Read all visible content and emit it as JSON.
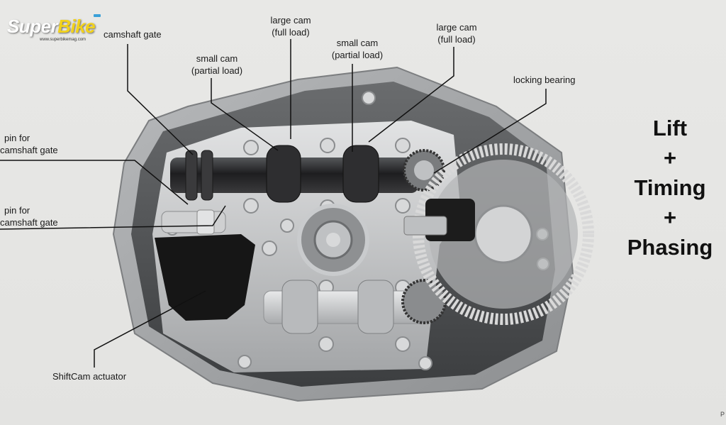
{
  "logo": {
    "name_part1": "Super",
    "name_part2": "Bike",
    "url": "www.superbikemag.com"
  },
  "callouts": {
    "camshaft_gate": "camshaft gate",
    "pin_gate_1_line1": "pin for",
    "pin_gate_1_line2": "camshaft gate",
    "pin_gate_2_line1": "pin for",
    "pin_gate_2_line2": "camshaft gate",
    "small_cam_1_line1": "small cam",
    "small_cam_1_line2": "(partial load)",
    "large_cam_1_line1": "large cam",
    "large_cam_1_line2": "(full load)",
    "small_cam_2_line1": "small cam",
    "small_cam_2_line2": "(partial load)",
    "large_cam_2_line1": "large cam",
    "large_cam_2_line2": "(full load)",
    "locking_bearing": "locking bearing",
    "shiftcam_actuator": "ShiftCam actuator"
  },
  "tagline": {
    "line1": "Lift",
    "line2": "+",
    "line3": "Timing",
    "line4": "+",
    "line5": "Phasing"
  },
  "corner_mark": "P",
  "colors": {
    "background": "#e6e6e4",
    "cover_outer": "#9a9c9e",
    "cover_inner": "#5a5c5e",
    "metal": "#c9cbcd",
    "cam_dark": "#2a2a2c",
    "actuator": "#161616",
    "chain": "#d4d4d4"
  }
}
